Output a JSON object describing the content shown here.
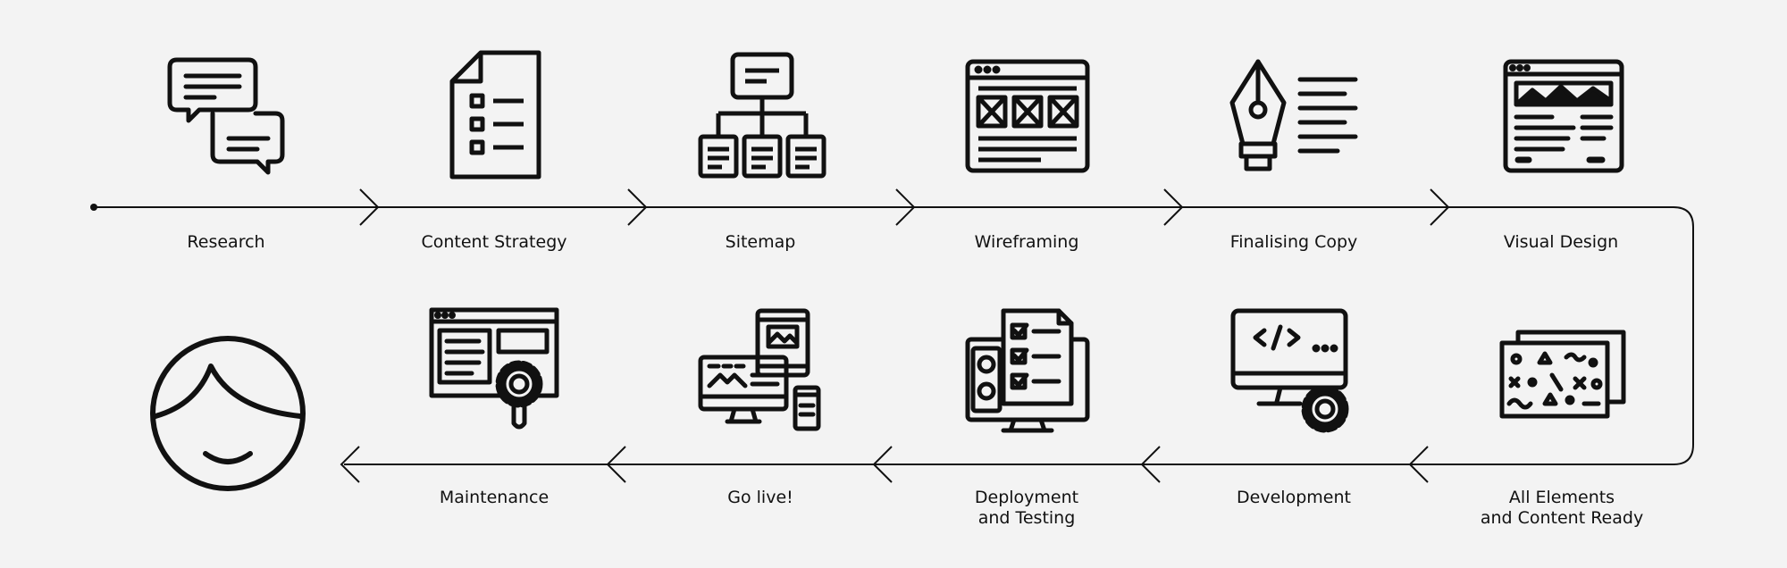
{
  "steps_top": [
    {
      "label": "Research",
      "icon": "chat-bubbles-icon"
    },
    {
      "label": "Content Strategy",
      "icon": "document-list-icon"
    },
    {
      "label": "Sitemap",
      "icon": "sitemap-icon"
    },
    {
      "label": "Wireframing",
      "icon": "wireframe-icon"
    },
    {
      "label": "Finalising Copy",
      "icon": "pen-nib-icon"
    },
    {
      "label": "Visual Design",
      "icon": "browser-design-icon"
    }
  ],
  "steps_bottom": [
    {
      "label": "All Elements\nand Content Ready",
      "icon": "assets-cards-icon"
    },
    {
      "label": "Development",
      "icon": "code-monitor-gear-icon"
    },
    {
      "label": "Deployment\nand Testing",
      "icon": "checklist-monitor-icon"
    },
    {
      "label": "Go live!",
      "icon": "devices-icon"
    },
    {
      "label": "Maintenance",
      "icon": "browser-gear-icon"
    }
  ],
  "end_icon": "user-face-icon",
  "colors": {
    "background": "#f3f3f3",
    "stroke": "#111111"
  }
}
